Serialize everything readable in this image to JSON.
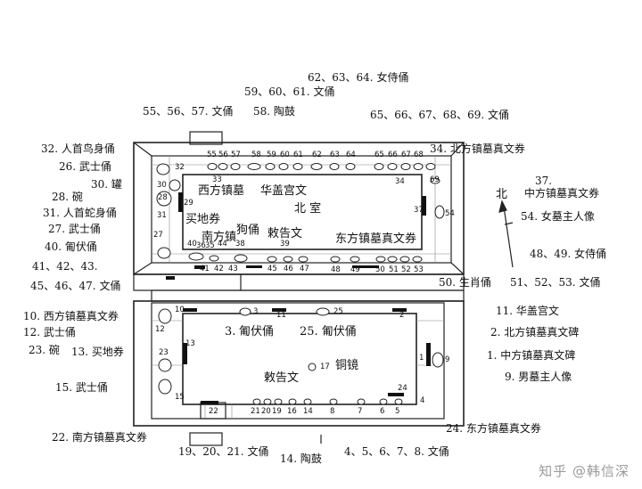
{
  "outer_labels": {
    "l62": "62、63、64. 女侍俑",
    "l59": "59、60、61. 文俑",
    "l55": "55、56、57. 文俑",
    "l58": "58. 陶鼓",
    "l65": "65、66、67、68、69. 文俑",
    "l32": "32. 人首鸟身俑",
    "l34": "34. 北方镇墓真文券",
    "l26": "26. 武士俑",
    "l30": "30. 罐",
    "l37": "37.",
    "l37b": "中方镇墓真文券",
    "north": "北",
    "l28": "28. 碗",
    "l31": "31. 人首蛇身俑",
    "l54": "54. 女墓主人像",
    "l27": "27. 武士俑",
    "l40": "40. 匍伏俑",
    "l48": "48、49. 女侍俑",
    "l41": "41、42、43.",
    "l45": "45、46、47. 文俑",
    "l50": "50. 生肖俑",
    "l51": "51、52、53. 文俑",
    "l10": "10. 西方镇墓真文券",
    "l11": "11. 华盖宫文",
    "l12": "12. 武士俑",
    "l2": "2. 北方镇墓真文碑",
    "l23": "23. 碗",
    "l13": "13. 买地券",
    "l1": "1. 中方镇墓真文碑",
    "l15": "15. 武士俑",
    "l9": "9. 男墓主人像",
    "l24": "24. 东方镇墓真文券",
    "l22": "22. 南方镇墓真文券",
    "l19": "19、20、21. 文俑",
    "l4": "4、5、6、7、8. 文俑",
    "l14": "14. 陶鼓"
  },
  "inner_labels": {
    "west_quan": "西方镇墓",
    "huagai": "华盖宫文",
    "north_room": "北        室",
    "maidi": "买地券",
    "south_quan": "南方镇",
    "gouyong": "狗俑",
    "jiugao": "敕告文",
    "east_quan": "东方镇墓真文券",
    "pufu1": "匍伏俑",
    "pufu2": "25. 匍伏俑",
    "n3": "3.",
    "jiugao2": "敕告文",
    "tongjing": "铜镜"
  },
  "numbers": {
    "n55": "55",
    "n56": "56",
    "n57": "57",
    "n58": "58",
    "n59": "59",
    "n60": "60",
    "n61": "61",
    "n62": "62",
    "n63": "63",
    "n64": "64",
    "n65": "65",
    "n66": "66",
    "n67": "67",
    "n68": "68",
    "n69": "69",
    "n32": "32",
    "n30": "30",
    "n28": "28",
    "n29": "29",
    "n31": "31",
    "n27": "27",
    "n33": "33",
    "n34": "34",
    "n37": "37",
    "n54": "54",
    "n35": "35",
    "n36": "36",
    "n39": "39",
    "n38": "38",
    "n40": "40",
    "n44": "44",
    "n41": "41",
    "n42": "42",
    "n43": "43",
    "n45": "45",
    "n46": "46",
    "n47": "47",
    "n48": "48",
    "n49": "49",
    "n50": "50",
    "n51": "51",
    "n52": "52",
    "n53": "53",
    "n10": "10",
    "n12": "12",
    "n11": "11",
    "n25": "25",
    "n2": "2",
    "n13": "13",
    "n23": "23",
    "n15": "15",
    "n17": "17",
    "n1": "1",
    "n9": "9",
    "n24": "24",
    "n22": "22",
    "n21": "21",
    "n20": "20",
    "n19": "19",
    "n16": "16",
    "n14": "14",
    "n8": "8",
    "n7": "7",
    "n6": "6",
    "n5": "5",
    "n4": "4",
    "n3b": "3"
  },
  "watermark": "知乎 @韩信深"
}
